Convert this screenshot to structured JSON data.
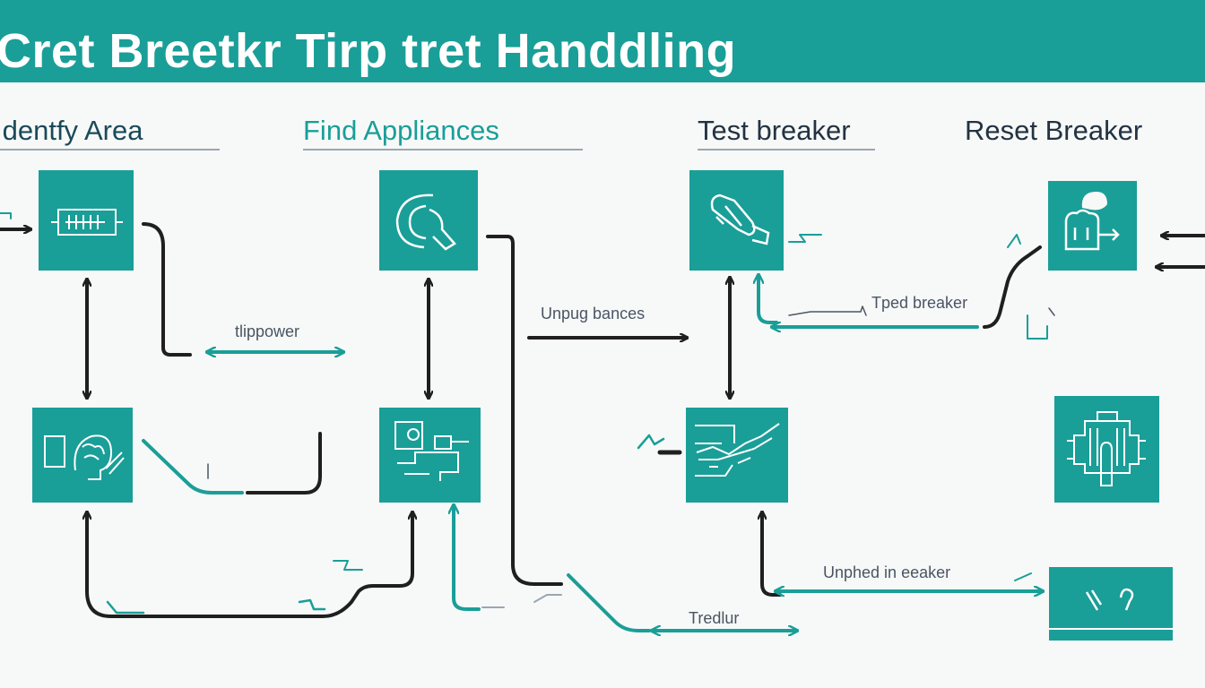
{
  "header": {
    "title": "Cret Breetkr Tirp tret Handdling"
  },
  "stages": [
    {
      "heading": "Identfy Area"
    },
    {
      "heading": "Find Appliances"
    },
    {
      "heading": "Test breaker"
    },
    {
      "heading": "Reset Breaker"
    }
  ],
  "labels": {
    "tippower": "tlippower",
    "unplug": "Unpug bances",
    "tripped": "Tped breaker",
    "unplugged": "Unphed in eeaker",
    "tredlur": "Tredlur"
  },
  "colors": {
    "teal": "#1a9e98",
    "dark_line": "#1f1f1f",
    "heading_teal": "#1a9e98",
    "heading_dark": "#233342"
  },
  "nodes": [
    {
      "icon": "breaker-panel-icon"
    },
    {
      "icon": "brain-head-icon"
    },
    {
      "icon": "appliance-plug-icon"
    },
    {
      "icon": "kitchen-appliance-icon"
    },
    {
      "icon": "connector-clip-icon"
    },
    {
      "icon": "tripped-switch-icon"
    },
    {
      "icon": "chef-toaster-icon"
    },
    {
      "icon": "circuit-board-icon"
    },
    {
      "icon": "plug-prongs-icon"
    }
  ]
}
